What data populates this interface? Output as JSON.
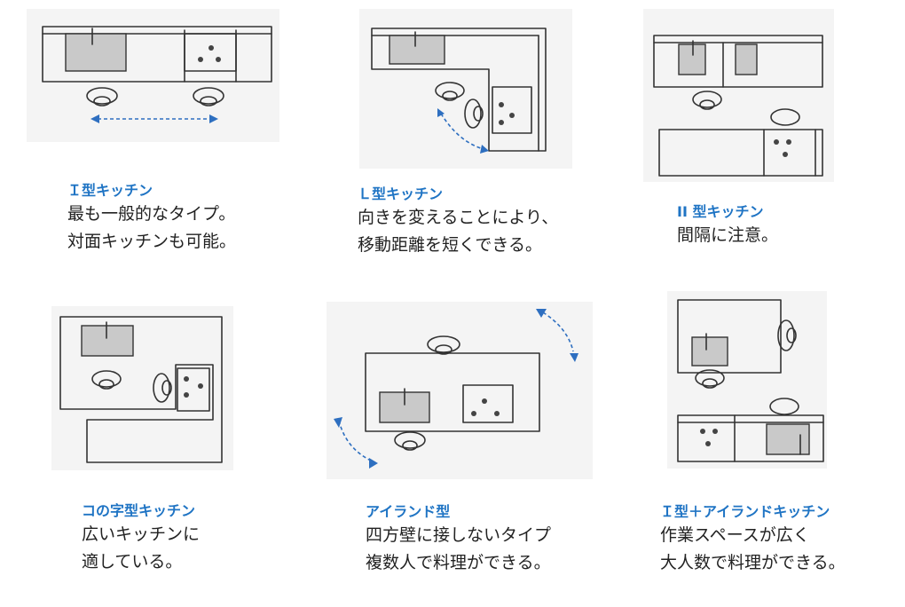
{
  "colors": {
    "accent": "#1f74c4",
    "text": "#222222",
    "arrow": "#2e6fc0"
  },
  "panels": [
    {
      "title": "Ｉ型キッチン",
      "lines": [
        "最も一般的なタイプ。",
        "対面キッチンも可能。"
      ]
    },
    {
      "title": "Ｌ型キッチン",
      "lines": [
        "向きを変えることにより、",
        "移動距離を短くできる。"
      ]
    },
    {
      "title": "II 型キッチン",
      "lines": [
        "間隔に注意。"
      ]
    },
    {
      "title": "コの字型キッチン",
      "lines": [
        "広いキッチンに",
        "適している。"
      ]
    },
    {
      "title": "アイランド型",
      "lines": [
        "四方壁に接しないタイプ",
        "複数人で料理ができる。"
      ]
    },
    {
      "title": "Ｉ型＋アイランドキッチン",
      "lines": [
        "作業スペースが広く",
        "大人数で料理ができる。"
      ]
    }
  ]
}
